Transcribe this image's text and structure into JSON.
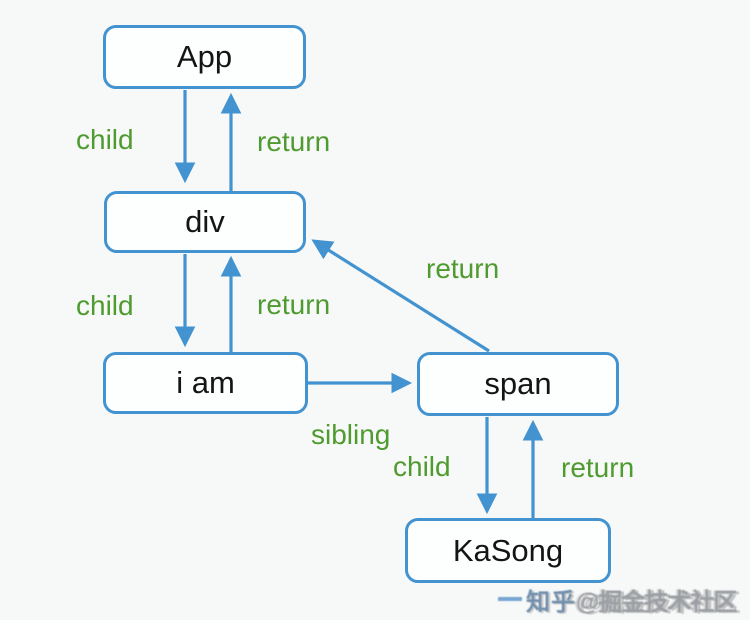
{
  "diagram": {
    "type": "fiber-tree-traversal",
    "nodes": [
      {
        "id": "app",
        "label": "App"
      },
      {
        "id": "div",
        "label": "div"
      },
      {
        "id": "iam",
        "label": "i am"
      },
      {
        "id": "span",
        "label": "span"
      },
      {
        "id": "kasong",
        "label": "KaSong"
      }
    ],
    "edges": [
      {
        "from": "App",
        "to": "div",
        "label": "child"
      },
      {
        "from": "div",
        "to": "App",
        "label": "return"
      },
      {
        "from": "div",
        "to": "i am",
        "label": "child"
      },
      {
        "from": "i am",
        "to": "div",
        "label": "return"
      },
      {
        "from": "span",
        "to": "div",
        "label": "return"
      },
      {
        "from": "i am",
        "to": "span",
        "label": "sibling"
      },
      {
        "from": "span",
        "to": "KaSong",
        "label": "child"
      },
      {
        "from": "KaSong",
        "to": "span",
        "label": "return"
      }
    ],
    "edge_labels": {
      "child_app_div": "child",
      "return_div_app": "return",
      "child_div_iam": "child",
      "return_iam_div": "return",
      "return_span_div": "return",
      "sibling_iam_span": "sibling",
      "child_span_kasong": "child",
      "return_kasong_span": "return"
    },
    "colors": {
      "node_border": "#4293d0",
      "arrow": "#4293d0",
      "edge_label": "#4f9b2f",
      "node_text": "#141414",
      "background": "#f7f8f8"
    }
  },
  "watermark": {
    "prefix": "知乎 ",
    "handle": "@掘金技术社区"
  }
}
